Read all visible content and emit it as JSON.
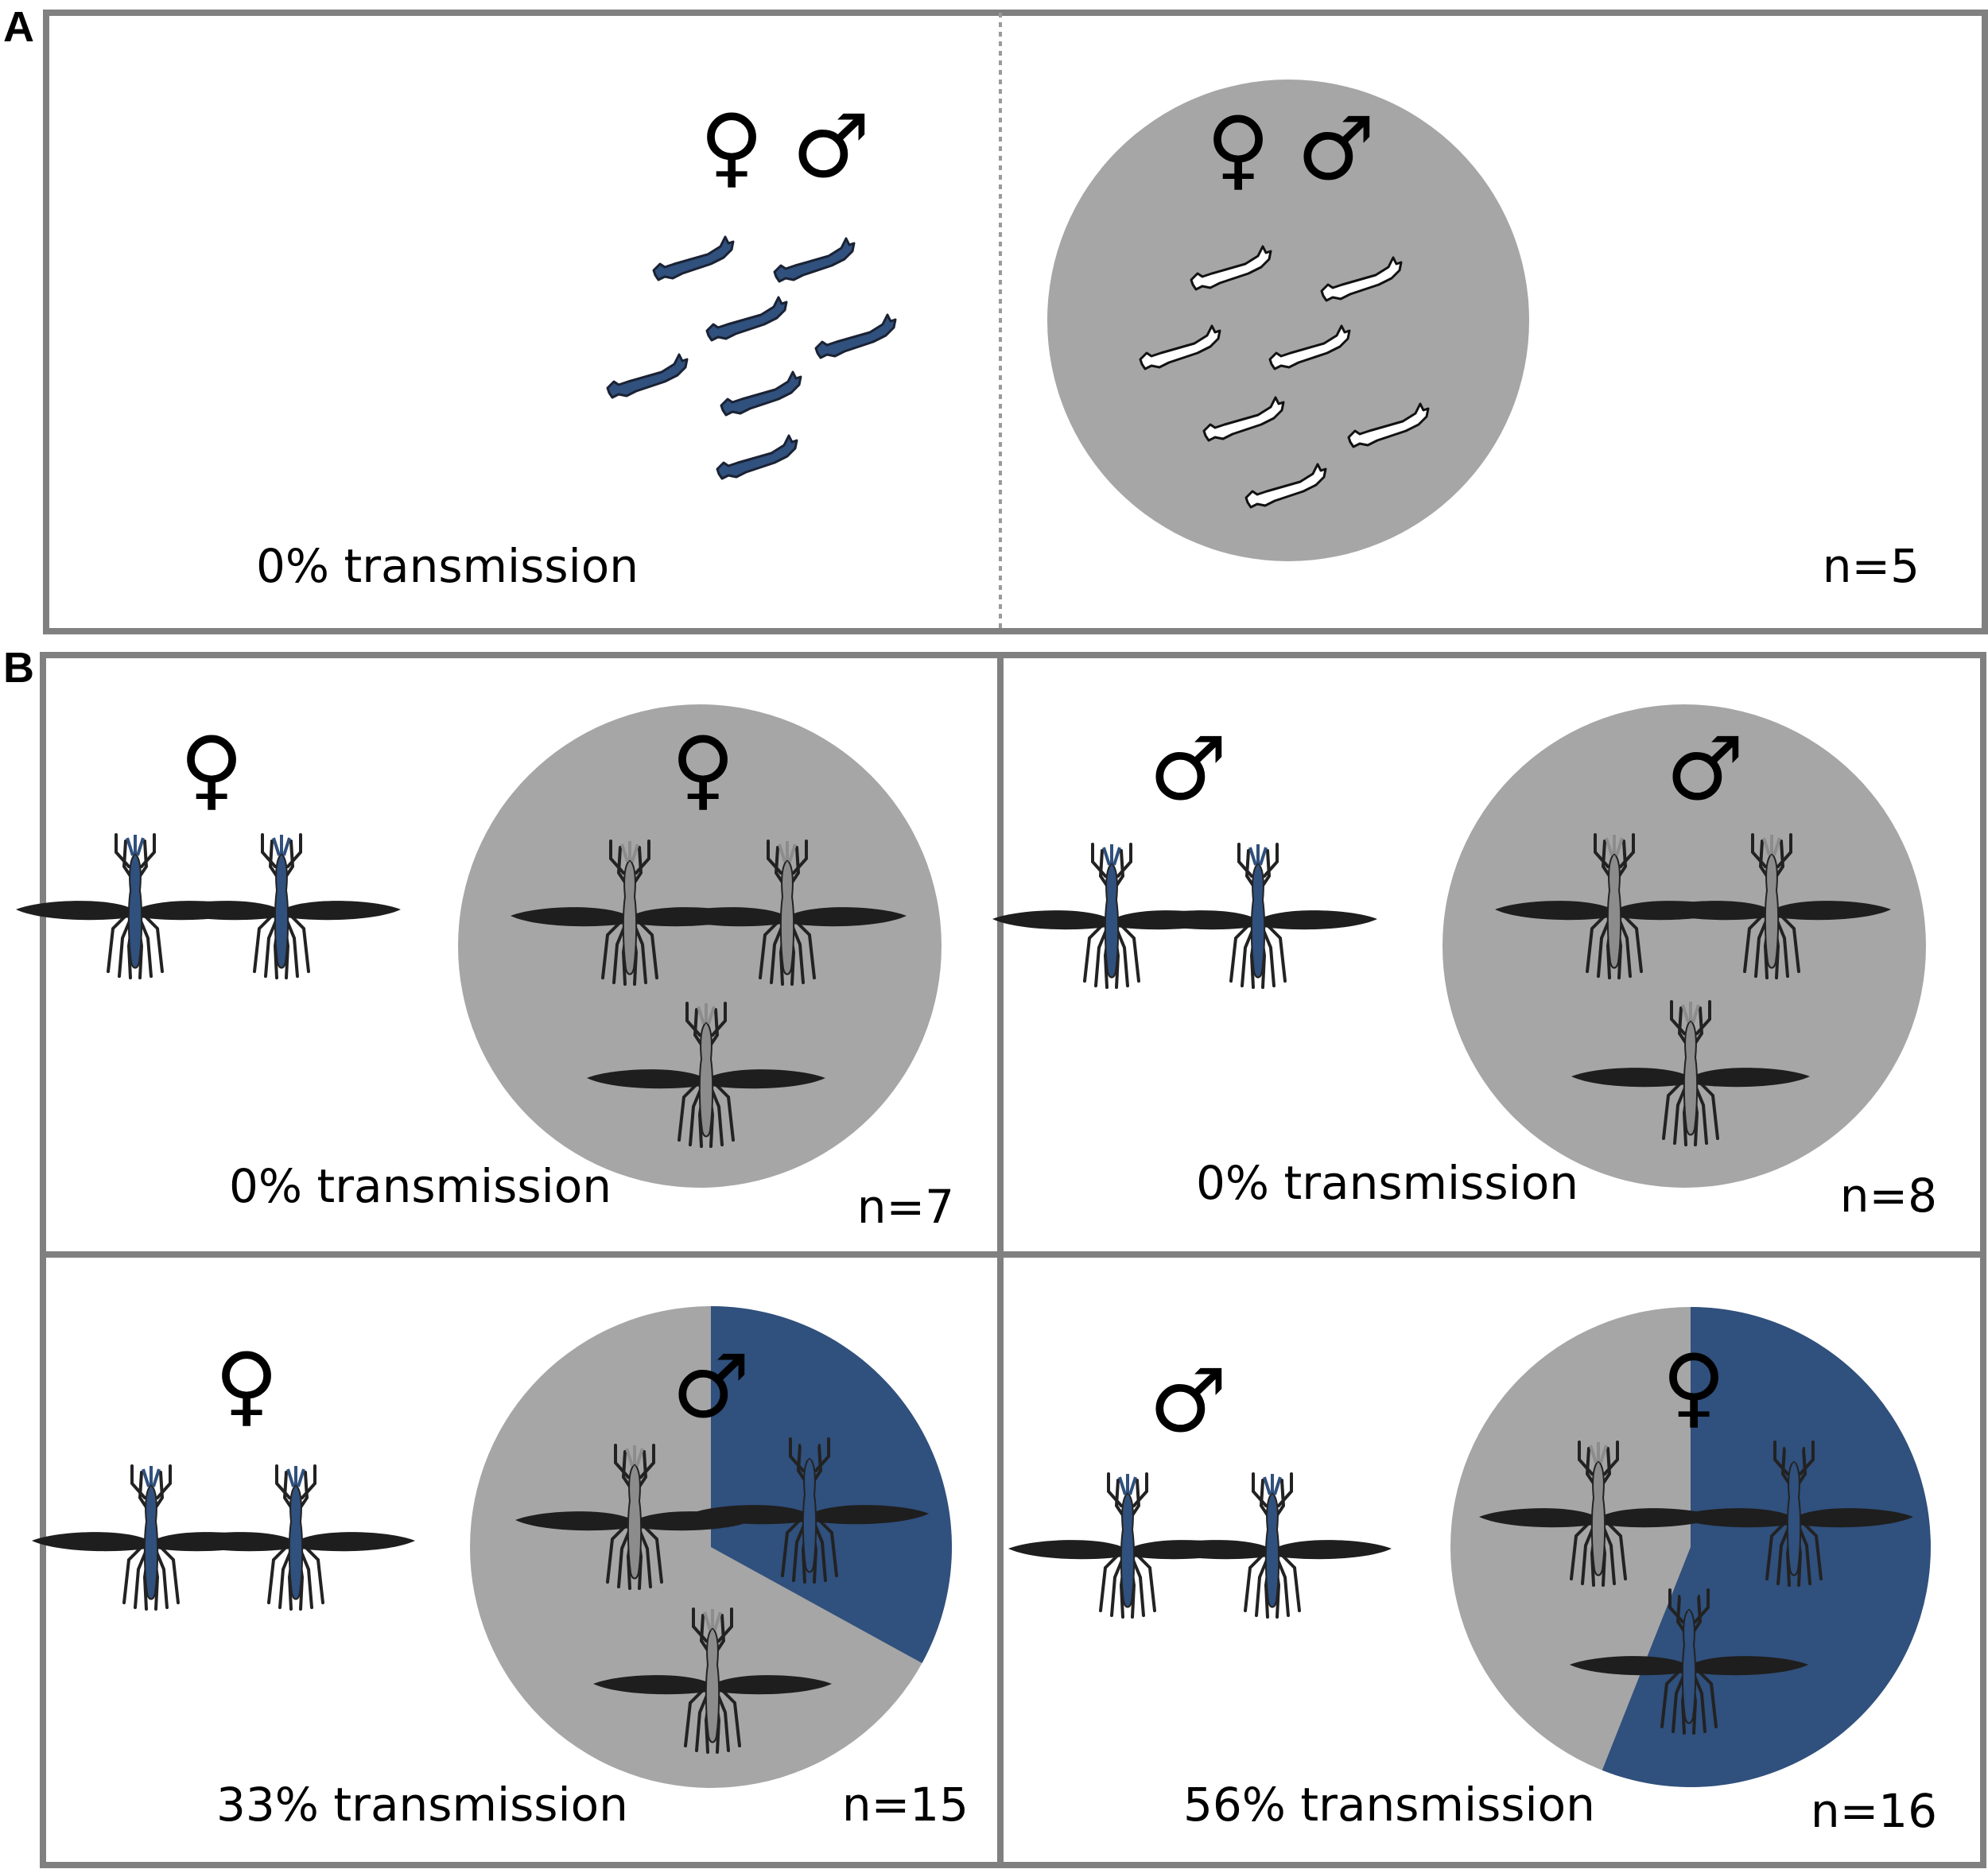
{
  "colors": {
    "border": "#808080",
    "circle": "#a6a6a6",
    "infected": "#30507d",
    "wing": "#1e1e1e",
    "body_gray": "#8c8c8c"
  },
  "panel_a": {
    "label": "A",
    "symbol_female": "♀",
    "symbol_male": "♂",
    "caption": "0% transmission",
    "n": "n=5"
  },
  "panel_b": {
    "label": "B",
    "cells": [
      {
        "source_symbol": "♀",
        "recipient_symbol": "♀",
        "caption": "0% transmission",
        "n": "n=7",
        "transmission_fraction": 0
      },
      {
        "source_symbol": "♂",
        "recipient_symbol": "♂",
        "caption": "0% transmission",
        "n": "n=8",
        "transmission_fraction": 0
      },
      {
        "source_symbol": "♀",
        "recipient_symbol": "♂",
        "caption": "33% transmission",
        "n": "n=15",
        "transmission_fraction": 0.33
      },
      {
        "source_symbol": "♂",
        "recipient_symbol": "♀",
        "caption": "56% transmission",
        "n": "n=16",
        "transmission_fraction": 0.56
      }
    ]
  }
}
